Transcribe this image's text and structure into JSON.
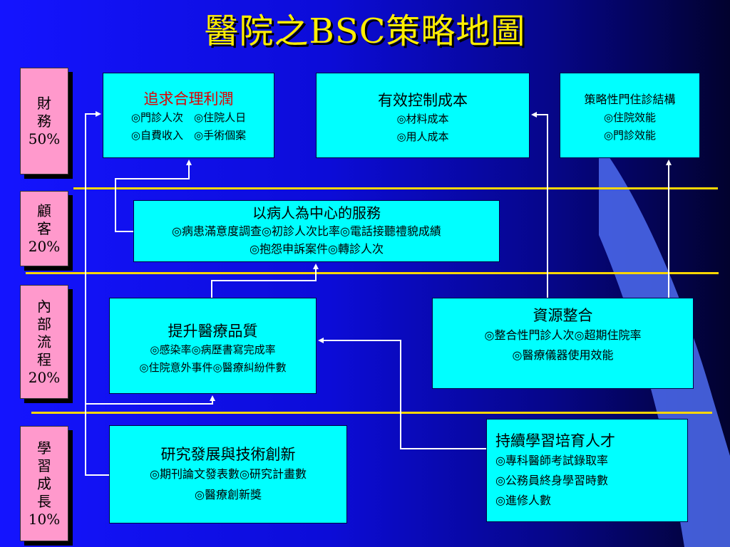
{
  "title": "醫院之BSC策略地圖",
  "perspectives": {
    "financial": [
      "財",
      "務",
      "50%"
    ],
    "customer": [
      "顧",
      "客",
      "20%"
    ],
    "internal": [
      "內",
      "部",
      "流",
      "程",
      "20%"
    ],
    "learning": [
      "學",
      "習",
      "成",
      "長",
      "10%"
    ]
  },
  "boxes": {
    "profit": {
      "title": "追求合理利潤",
      "lines": [
        "◎門診人次　◎住院人日",
        "◎自費收入　◎手術個案"
      ]
    },
    "cost": {
      "title": "有效控制成本",
      "lines": [
        "◎材料成本",
        "◎用人成本"
      ]
    },
    "structure": {
      "title": "策略性門住診結構",
      "lines": [
        "◎住院效能",
        "◎門診效能"
      ]
    },
    "service": {
      "title": "以病人為中心的服務",
      "lines": [
        "◎病患滿意度調查◎初診人次比率◎電話接聽禮貌成績",
        "◎抱怨申訴案件◎轉診人次"
      ]
    },
    "quality": {
      "title": "提升醫療品質",
      "lines": [
        "◎感染率◎病歷書寫完成率",
        "◎住院意外事件◎醫療糾紛件數"
      ]
    },
    "resource": {
      "title": "資源整合",
      "lines": [
        "◎整合性門診人次◎超期住院率",
        "◎醫療儀器使用效能"
      ]
    },
    "research": {
      "title": "研究發展與技術創新",
      "lines": [
        "◎期刊論文發表數◎研究計畫數",
        "◎醫療創新獎"
      ]
    },
    "talent": {
      "title": "持續學習培育人才",
      "lines": [
        "◎專科醫師考試錄取率",
        "◎公務員終身學習時數",
        "◎進修人數"
      ]
    }
  },
  "colors": {
    "title": "#ffee00",
    "divider": "#ffd700",
    "perspective_label": "#ff99cc",
    "box": "#00ffff",
    "profit_title": "#e00000",
    "connector": "#ffffff"
  }
}
